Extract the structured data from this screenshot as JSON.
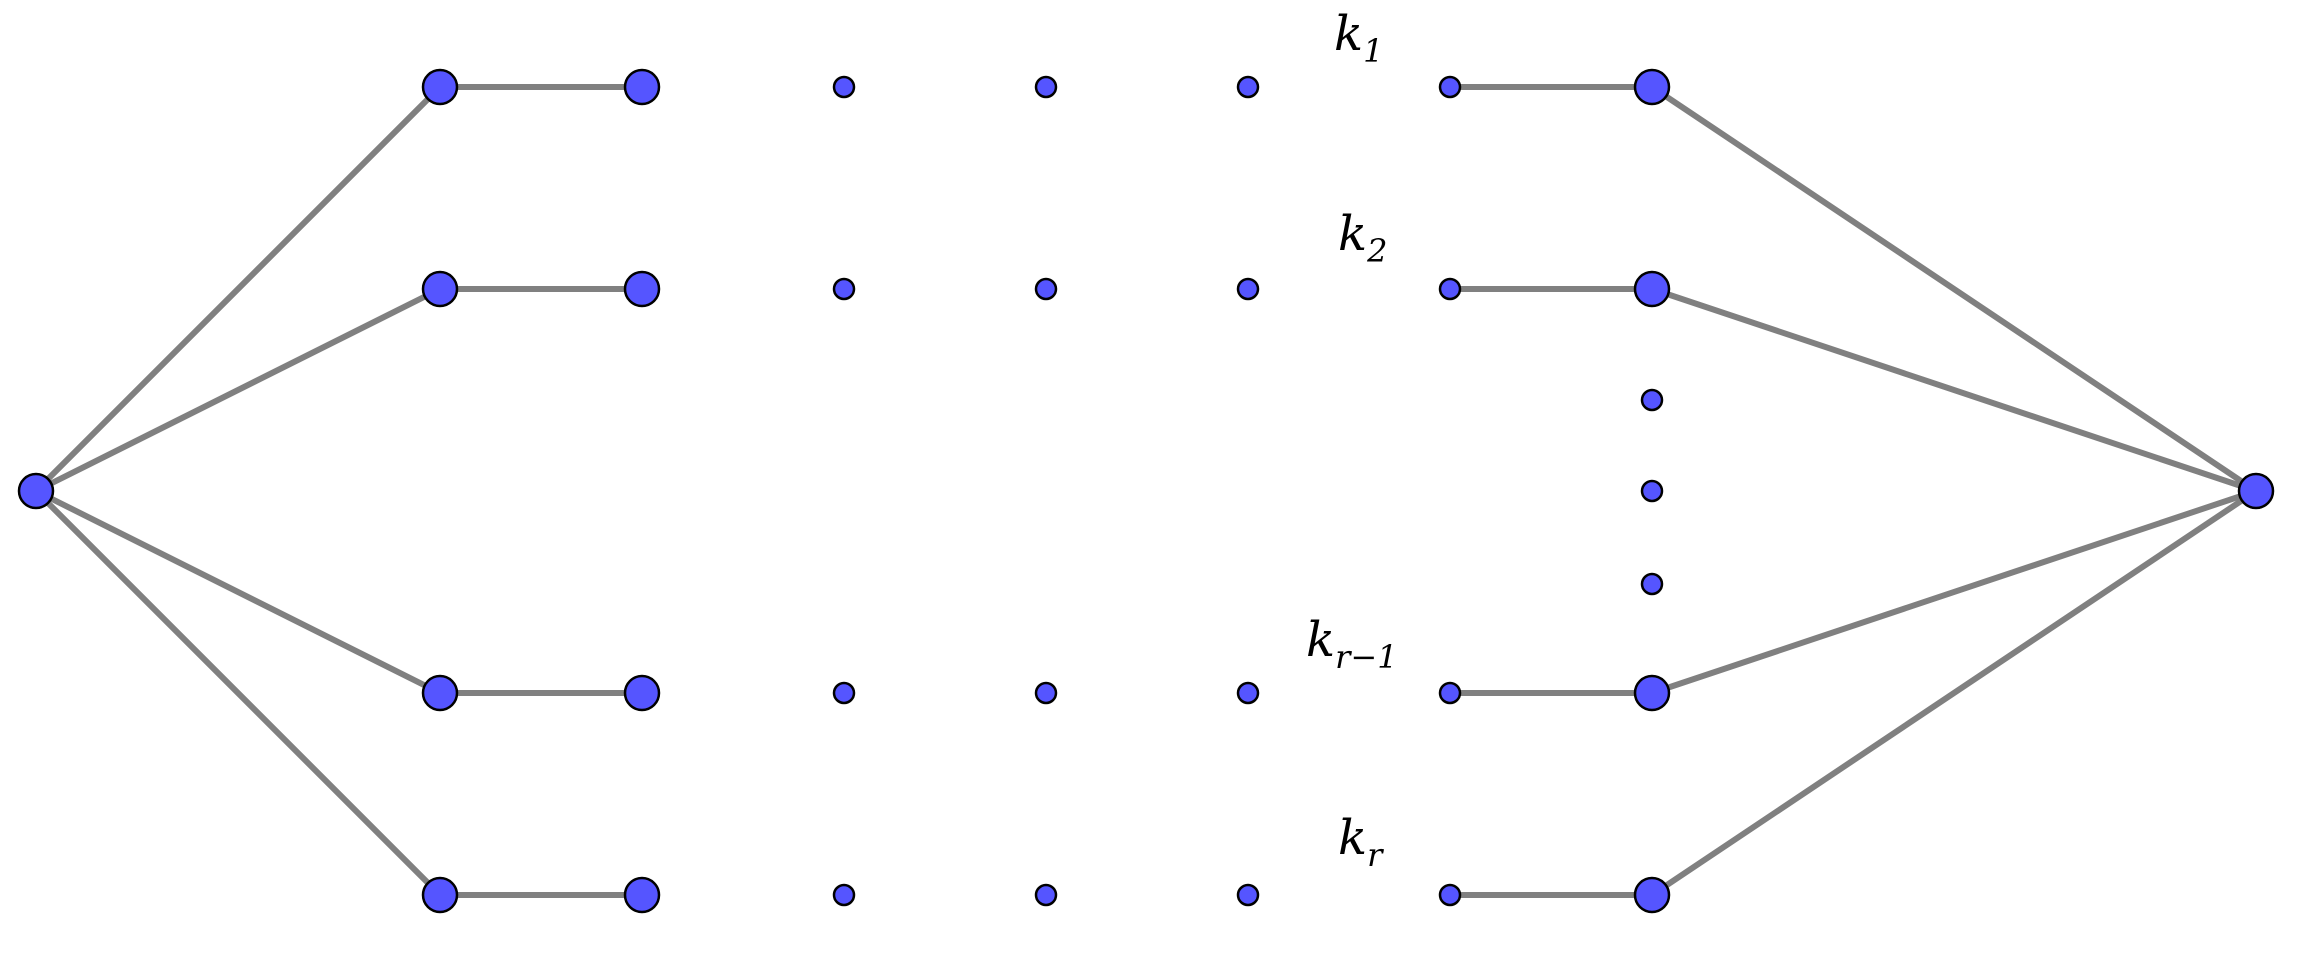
{
  "diagram": {
    "colors": {
      "node_fill": "#5555ff",
      "node_stroke": "#000000",
      "edge": "#808080",
      "background": "#ffffff"
    },
    "paths": [
      {
        "label_main": "k",
        "label_sub": "1"
      },
      {
        "label_main": "k",
        "label_sub": "2"
      },
      {
        "label_main": "k",
        "label_sub": "r−1"
      },
      {
        "label_main": "k",
        "label_sub": "r"
      }
    ]
  }
}
